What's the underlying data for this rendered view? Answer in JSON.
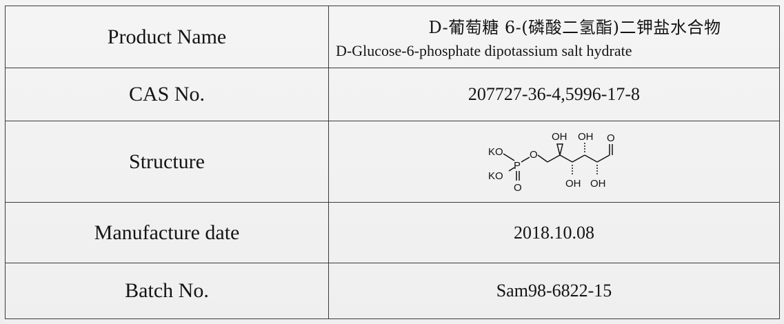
{
  "rows": [
    {
      "label": "Product Name",
      "value_cn": "D-葡萄糖 6-(磷酸二氢酯)二钾盐水合物",
      "value_en": "D-Glucose-6-phosphate dipotassium salt hydrate"
    },
    {
      "label": "CAS No.",
      "value": "207727-36-4,5996-17-8"
    },
    {
      "label": "Structure",
      "structure": {
        "ko_top": "KO",
        "ko_bottom": "KO",
        "p": "P",
        "o_ester": "O",
        "o_double": "O",
        "oh_up_1": "OH",
        "oh_up_2": "OH",
        "oh_down_1": "OH",
        "oh_down_2": "OH",
        "o_aldehyde": "O"
      }
    },
    {
      "label": "Manufacture date",
      "value": "2018.10.08"
    },
    {
      "label": "Batch No.",
      "value": "Sam98-6822-15"
    }
  ]
}
